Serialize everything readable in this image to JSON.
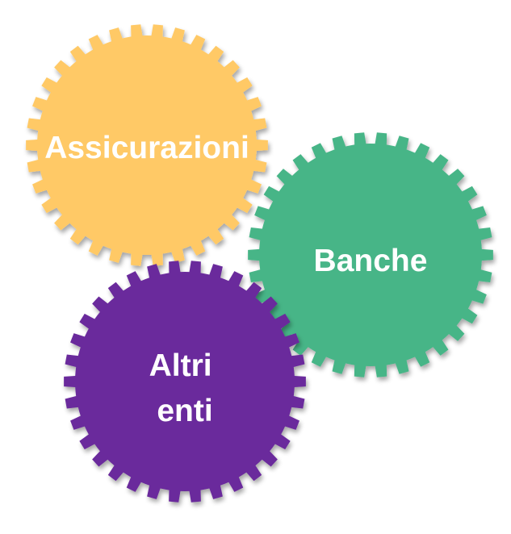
{
  "gears": [
    {
      "id": "assicurazioni",
      "label_lines": [
        "Assicurazioni"
      ],
      "color": "#FFC966",
      "text_color": "#FFFFFF"
    },
    {
      "id": "banche",
      "label_lines": [
        "Banche"
      ],
      "color": "#47B587",
      "text_color": "#FFFFFF"
    },
    {
      "id": "altri-enti",
      "label_lines": [
        "Altri",
        "enti"
      ],
      "color": "#6A2B9C",
      "text_color": "#FFFFFF"
    }
  ]
}
